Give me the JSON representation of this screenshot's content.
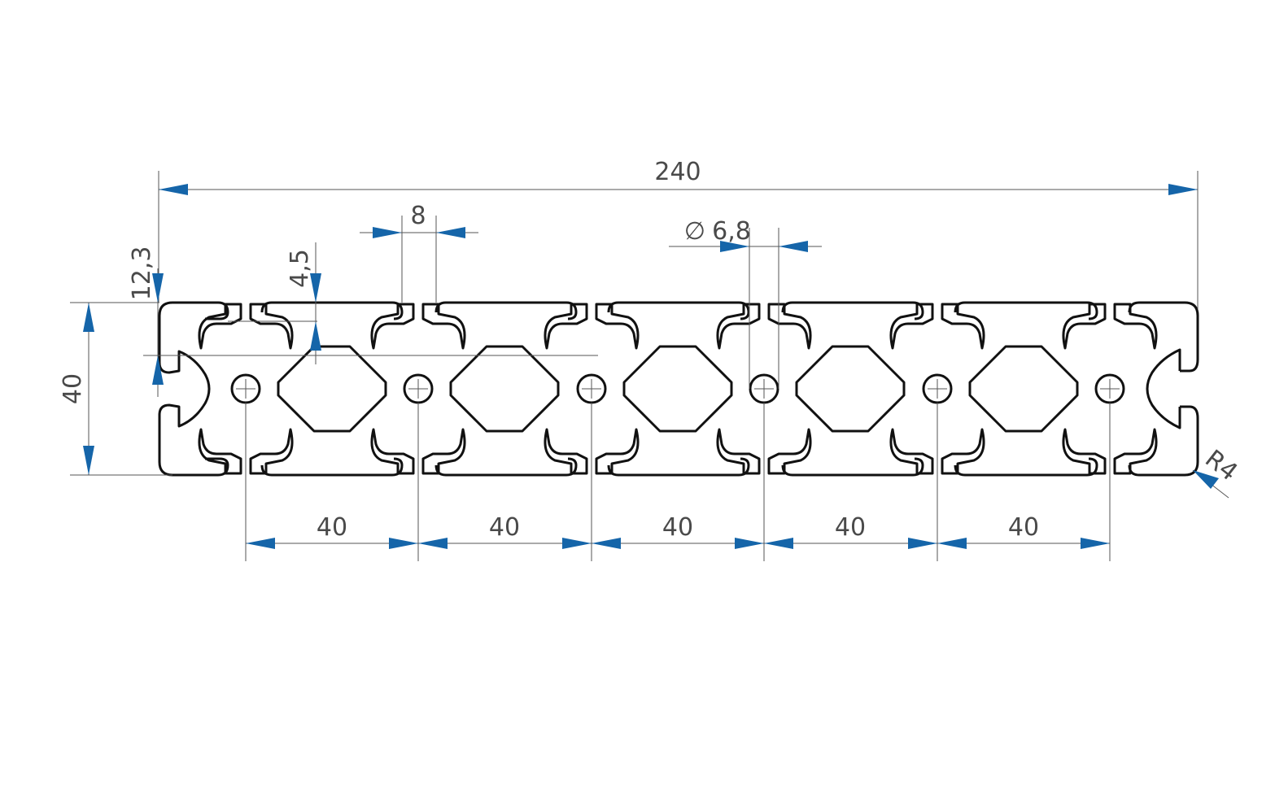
{
  "drawing": {
    "labels": {
      "overall_length": "240",
      "slot_width": "8",
      "hole_diameter_symbol": "∅",
      "hole_diameter": "6,8",
      "slot_offset": "12,3",
      "slot_depth": "4,5",
      "height": "40",
      "corner_radius": "R4",
      "pitch": [
        "40",
        "40",
        "40",
        "40",
        "40"
      ]
    },
    "colors": {
      "arrow": "#1565a9",
      "outline": "#111111",
      "dimension_line": "#555555",
      "text": "#4a4a4a"
    }
  }
}
